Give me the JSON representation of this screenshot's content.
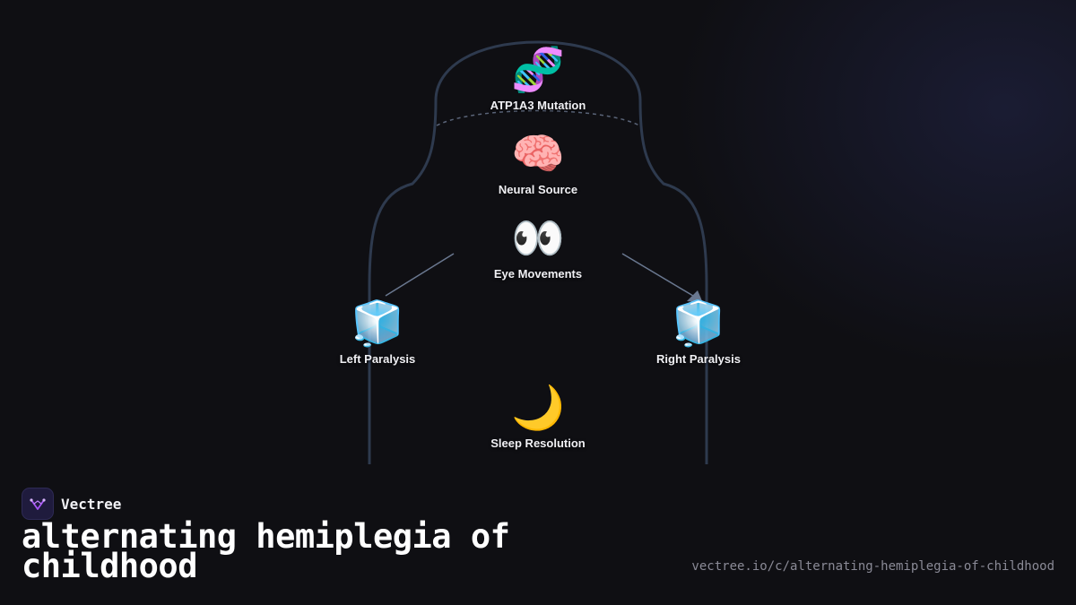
{
  "diagram": {
    "nodes": [
      {
        "id": "mutation",
        "emoji": "🧬",
        "label": "ATP1A3 Mutation"
      },
      {
        "id": "neural",
        "emoji": "🧠",
        "label": "Neural Source"
      },
      {
        "id": "eyes",
        "emoji": "👀",
        "label": "Eye Movements"
      },
      {
        "id": "left",
        "emoji": "🧊",
        "label": "Left Paralysis"
      },
      {
        "id": "right",
        "emoji": "🧊",
        "label": "Right Paralysis"
      },
      {
        "id": "sleep",
        "emoji": "🌙",
        "label": "Sleep Resolution"
      }
    ]
  },
  "footer": {
    "brand": "Vectree",
    "title": "alternating hemiplegia of childhood",
    "url": "vectree.io/c/alternating-hemiplegia-of-childhood"
  },
  "colors": {
    "background": "#0f0f13",
    "outline": "#2e3a4e",
    "connector": "#6a7890",
    "brand_accent": "#a855f7"
  }
}
